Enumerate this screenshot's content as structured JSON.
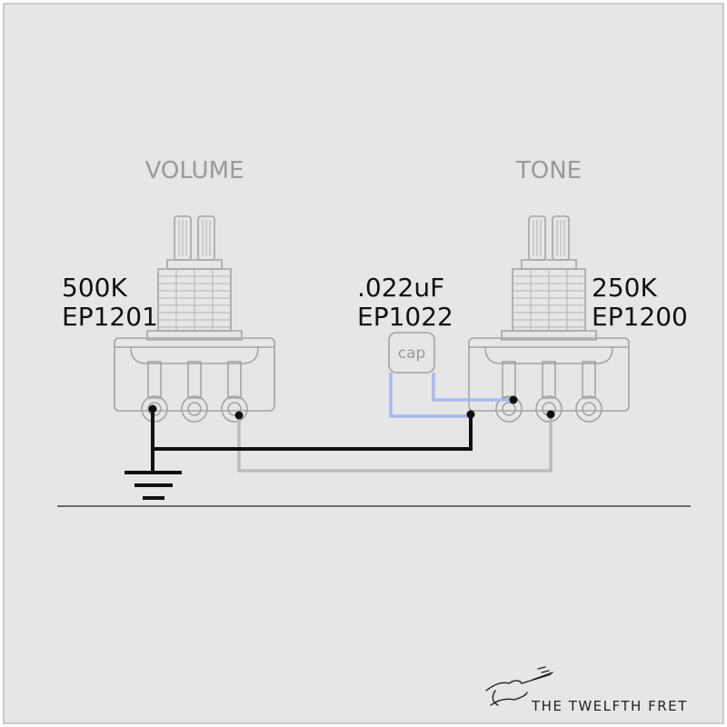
{
  "colors": {
    "panel": "#e6e6e6",
    "panel_border": "#bdbdbd",
    "part_outline": "#a4a4a4",
    "wire_black": "#111111",
    "wire_gray": "#bcbcbc",
    "wire_blue": "#a9b9ee",
    "title_text": "#9a9a9a",
    "spec_text": "#111111"
  },
  "volume_pot": {
    "title": "VOLUME",
    "value": "500K",
    "part_number": "EP1201",
    "icon": "potentiometer-icon"
  },
  "tone_pot": {
    "title": "TONE",
    "value": "250K",
    "part_number": "EP1200",
    "icon": "potentiometer-icon"
  },
  "capacitor": {
    "value": ".022uF",
    "part_number": "EP1022",
    "label": "cap",
    "icon": "capacitor-icon"
  },
  "ground": {
    "icon": "ground-symbol-icon"
  },
  "brand": {
    "name": "THE TWELFTH FRET",
    "icon": "guitar-logo-icon"
  }
}
